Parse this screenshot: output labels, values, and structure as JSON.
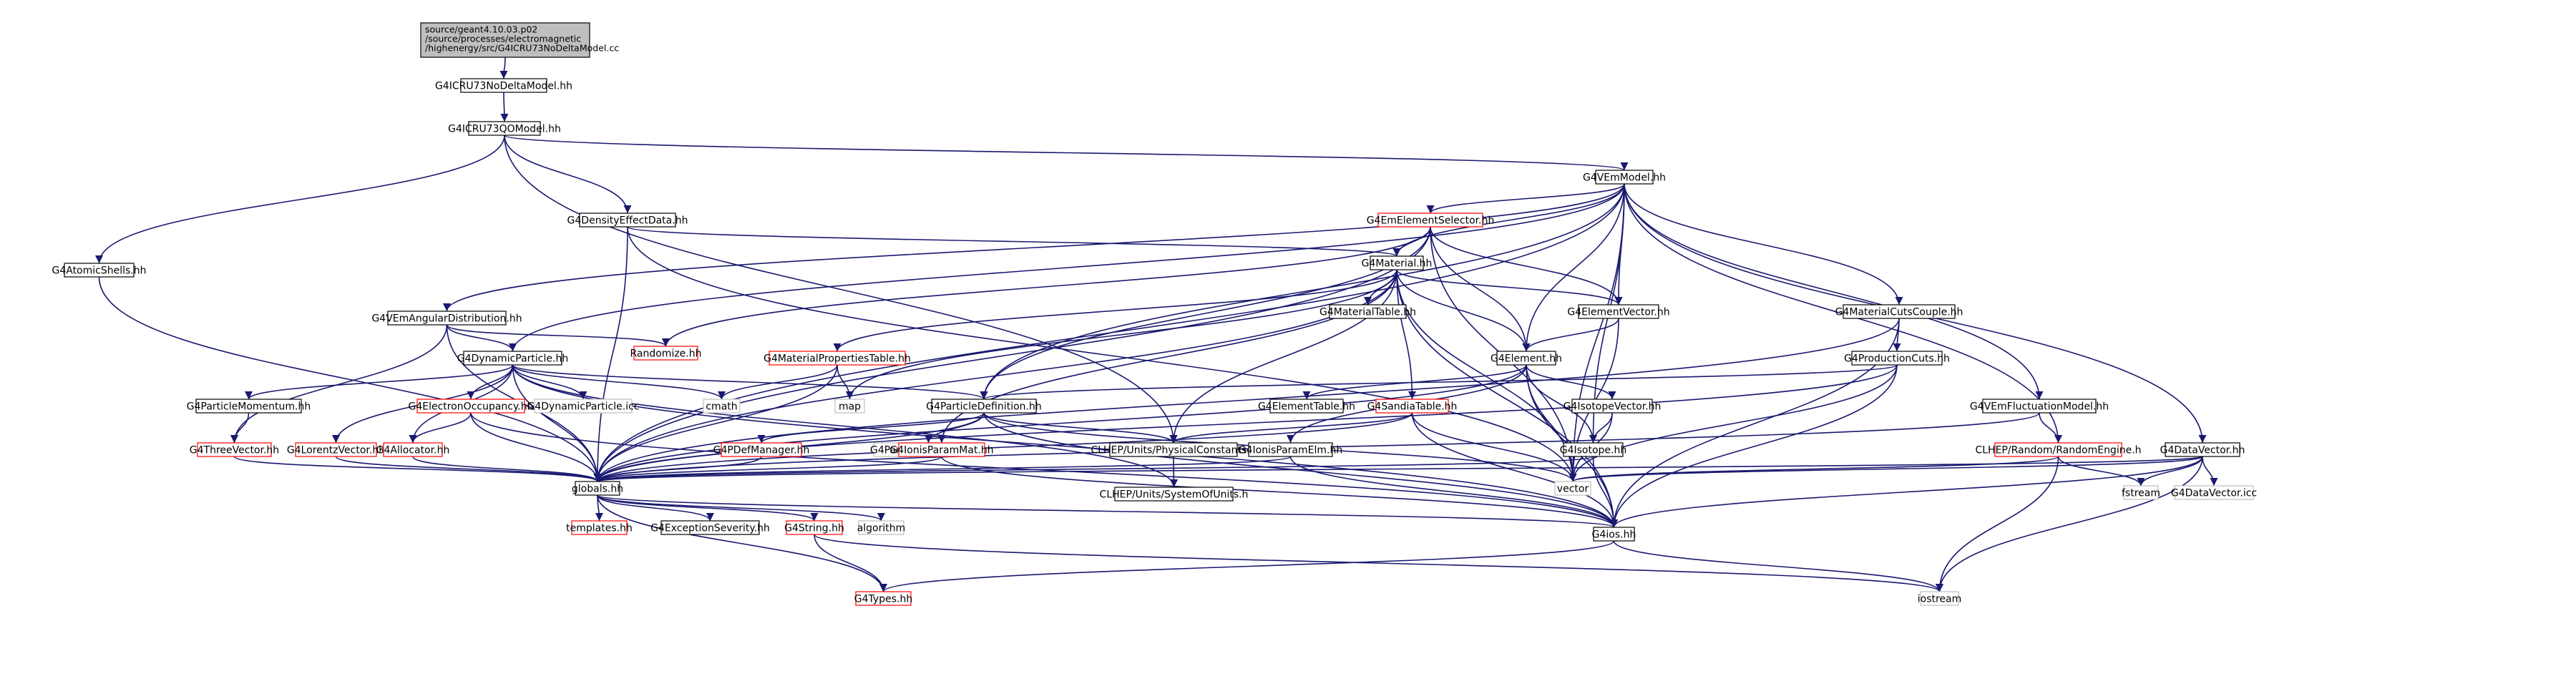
{
  "colors": {
    "edge": "#191970",
    "box_border_normal": "#000000",
    "box_border_truncated": "#ff0000",
    "box_border_external": "#bfbfbf",
    "box_fill": "#ffffff",
    "root_fill": "#bfbfbf",
    "text": "#000000"
  },
  "nodes": [
    {
      "id": "root",
      "label": "source/geant4.10.03.p02\n/source/processes/electromagnetic\n/highenergy/src/G4ICRU73NoDeltaModel.cc",
      "kind": "root"
    },
    {
      "id": "icru73nodelta",
      "label": "G4ICRU73NoDeltaModel.hh",
      "kind": "normal"
    },
    {
      "id": "icru73qo",
      "label": "G4ICRU73QOModel.hh",
      "kind": "normal"
    },
    {
      "id": "vemmodel",
      "label": "G4VEmModel.hh",
      "kind": "normal"
    },
    {
      "id": "atomicshells",
      "label": "G4AtomicShells.hh",
      "kind": "normal"
    },
    {
      "id": "densityeffect",
      "label": "G4DensityEffectData.hh",
      "kind": "normal"
    },
    {
      "id": "emelementselector",
      "label": "G4EmElementSelector.hh",
      "kind": "truncated"
    },
    {
      "id": "material",
      "label": "G4Material.hh",
      "kind": "normal"
    },
    {
      "id": "vemangular",
      "label": "G4VEmAngularDistribution.hh",
      "kind": "normal"
    },
    {
      "id": "materialtable",
      "label": "G4MaterialTable.hh",
      "kind": "normal"
    },
    {
      "id": "elementvector",
      "label": "G4ElementVector.hh",
      "kind": "normal"
    },
    {
      "id": "materialcuts",
      "label": "G4MaterialCutsCouple.hh",
      "kind": "normal"
    },
    {
      "id": "randomize",
      "label": "Randomize.hh",
      "kind": "truncated"
    },
    {
      "id": "dynamicparticle",
      "label": "G4DynamicParticle.hh",
      "kind": "normal"
    },
    {
      "id": "materialprops",
      "label": "G4MaterialPropertiesTable.hh",
      "kind": "truncated"
    },
    {
      "id": "element",
      "label": "G4Element.hh",
      "kind": "normal"
    },
    {
      "id": "productioncuts",
      "label": "G4ProductionCuts.hh",
      "kind": "normal"
    },
    {
      "id": "particlemomentum",
      "label": "G4ParticleMomentum.hh",
      "kind": "normal"
    },
    {
      "id": "electronocc",
      "label": "G4ElectronOccupancy.hh",
      "kind": "truncated"
    },
    {
      "id": "dynparticleicc",
      "label": "G4DynamicParticle.icc",
      "kind": "external"
    },
    {
      "id": "cmath",
      "label": "cmath",
      "kind": "external"
    },
    {
      "id": "map",
      "label": "map",
      "kind": "external"
    },
    {
      "id": "particledef",
      "label": "G4ParticleDefinition.hh",
      "kind": "normal"
    },
    {
      "id": "elementtable",
      "label": "G4ElementTable.hh",
      "kind": "normal"
    },
    {
      "id": "sandiatable",
      "label": "G4SandiaTable.hh",
      "kind": "truncated"
    },
    {
      "id": "isotopevector",
      "label": "G4IsotopeVector.hh",
      "kind": "normal"
    },
    {
      "id": "vemfluct",
      "label": "G4VEmFluctuationModel.hh",
      "kind": "normal"
    },
    {
      "id": "threevector",
      "label": "G4ThreeVector.hh",
      "kind": "truncated"
    },
    {
      "id": "lorentzvector",
      "label": "G4LorentzVector.hh",
      "kind": "truncated"
    },
    {
      "id": "allocator",
      "label": "G4Allocator.hh",
      "kind": "truncated"
    },
    {
      "id": "pdefmanager",
      "label": "G4PDefManager.hh",
      "kind": "truncated"
    },
    {
      "id": "particledeficc",
      "label": "G4ParticleDefinition.icc",
      "kind": "external"
    },
    {
      "id": "ionisparammat",
      "label": "G4IonisParamMat.hh",
      "kind": "truncated"
    },
    {
      "id": "physconst",
      "label": "CLHEP/Units/PhysicalConstants.h",
      "kind": "normal"
    },
    {
      "id": "ionisparamelm",
      "label": "G4IonisParamElm.hh",
      "kind": "normal"
    },
    {
      "id": "isotope",
      "label": "G4Isotope.hh",
      "kind": "normal"
    },
    {
      "id": "randomengines",
      "label": "CLHEP/Random/RandomEngine.h",
      "kind": "truncated"
    },
    {
      "id": "datavector",
      "label": "G4DataVector.hh",
      "kind": "normal"
    },
    {
      "id": "globals",
      "label": "globals.hh",
      "kind": "normal"
    },
    {
      "id": "sysofunits",
      "label": "CLHEP/Units/SystemOfUnits.h",
      "kind": "normal"
    },
    {
      "id": "vector",
      "label": "vector",
      "kind": "external"
    },
    {
      "id": "fstream",
      "label": "fstream",
      "kind": "external"
    },
    {
      "id": "datavectoricc",
      "label": "G4DataVector.icc",
      "kind": "external"
    },
    {
      "id": "templates",
      "label": "templates.hh",
      "kind": "truncated"
    },
    {
      "id": "exceptionsev",
      "label": "G4ExceptionSeverity.hh",
      "kind": "normal"
    },
    {
      "id": "g4string",
      "label": "G4String.hh",
      "kind": "truncated"
    },
    {
      "id": "algorithm",
      "label": "algorithm",
      "kind": "external"
    },
    {
      "id": "g4ios",
      "label": "G4ios.hh",
      "kind": "normal"
    },
    {
      "id": "g4types",
      "label": "G4Types.hh",
      "kind": "truncated"
    },
    {
      "id": "iostream",
      "label": "iostream",
      "kind": "external"
    }
  ],
  "edges": [
    [
      "root",
      "icru73nodelta"
    ],
    [
      "icru73nodelta",
      "icru73qo"
    ],
    [
      "icru73qo",
      "vemmodel"
    ],
    [
      "icru73qo",
      "atomicshells"
    ],
    [
      "icru73qo",
      "densityeffect"
    ],
    [
      "icru73qo",
      "physconst"
    ],
    [
      "vemmodel",
      "globals"
    ],
    [
      "vemmodel",
      "vemangular"
    ],
    [
      "vemmodel",
      "dynamicparticle"
    ],
    [
      "vemmodel",
      "emelementselector"
    ],
    [
      "vemmodel",
      "material"
    ],
    [
      "vemmodel",
      "elementvector"
    ],
    [
      "vemmodel",
      "element"
    ],
    [
      "vemmodel",
      "materialcuts"
    ],
    [
      "vemmodel",
      "particledef"
    ],
    [
      "vemmodel",
      "vemfluct"
    ],
    [
      "vemmodel",
      "randomengines"
    ],
    [
      "vemmodel",
      "datavector"
    ],
    [
      "vemmodel",
      "isotope"
    ],
    [
      "vemmodel",
      "vector"
    ],
    [
      "atomicshells",
      "globals"
    ],
    [
      "densityeffect",
      "globals"
    ],
    [
      "densityeffect",
      "material"
    ],
    [
      "densityeffect",
      "vector"
    ],
    [
      "emelementselector",
      "material"
    ],
    [
      "emelementselector",
      "elementvector"
    ],
    [
      "emelementselector",
      "element"
    ],
    [
      "emelementselector",
      "randomize"
    ],
    [
      "emelementselector",
      "particledef"
    ],
    [
      "emelementselector",
      "globals"
    ],
    [
      "emelementselector",
      "vector"
    ],
    [
      "material",
      "vector"
    ],
    [
      "material",
      "materialtable"
    ],
    [
      "material",
      "elementvector"
    ],
    [
      "material",
      "element"
    ],
    [
      "material",
      "materialprops"
    ],
    [
      "material",
      "sandiatable"
    ],
    [
      "material",
      "ionisparammat"
    ],
    [
      "material",
      "physconst"
    ],
    [
      "material",
      "map"
    ],
    [
      "material",
      "globals"
    ],
    [
      "material",
      "g4ios"
    ],
    [
      "vemangular",
      "dynamicparticle"
    ],
    [
      "vemangular",
      "randomize"
    ],
    [
      "vemangular",
      "threevector"
    ],
    [
      "vemangular",
      "globals"
    ],
    [
      "elementvector",
      "element"
    ],
    [
      "elementvector",
      "vector"
    ],
    [
      "materialcuts",
      "productioncuts"
    ],
    [
      "materialcuts",
      "globals"
    ],
    [
      "materialcuts",
      "g4ios"
    ],
    [
      "dynamicparticle",
      "particlemomentum"
    ],
    [
      "dynamicparticle",
      "electronocc"
    ],
    [
      "dynamicparticle",
      "dynparticleicc"
    ],
    [
      "dynamicparticle",
      "cmath"
    ],
    [
      "dynamicparticle",
      "particledef"
    ],
    [
      "dynamicparticle",
      "lorentzvector"
    ],
    [
      "dynamicparticle",
      "allocator"
    ],
    [
      "dynamicparticle",
      "globals"
    ],
    [
      "dynamicparticle",
      "g4ios"
    ],
    [
      "dynamicparticle",
      "sysofunits"
    ],
    [
      "materialprops",
      "map"
    ],
    [
      "materialprops",
      "cmath"
    ],
    [
      "materialprops",
      "globals"
    ],
    [
      "element",
      "elementtable"
    ],
    [
      "element",
      "isotopevector"
    ],
    [
      "element",
      "isotope"
    ],
    [
      "element",
      "ionisparamelm"
    ],
    [
      "element",
      "globals"
    ],
    [
      "element",
      "g4ios"
    ],
    [
      "element",
      "vector"
    ],
    [
      "productioncuts",
      "particledef"
    ],
    [
      "productioncuts",
      "vector"
    ],
    [
      "productioncuts",
      "g4ios"
    ],
    [
      "productioncuts",
      "globals"
    ],
    [
      "particlemomentum",
      "threevector"
    ],
    [
      "electronocc",
      "allocator"
    ],
    [
      "electronocc",
      "globals"
    ],
    [
      "electronocc",
      "g4ios"
    ],
    [
      "particledef",
      "pdefmanager"
    ],
    [
      "particledef",
      "particledeficc"
    ],
    [
      "particledef",
      "physconst"
    ],
    [
      "particledef",
      "globals"
    ],
    [
      "particledef",
      "g4ios"
    ],
    [
      "particledef",
      "vector"
    ],
    [
      "sandiatable",
      "physconst"
    ],
    [
      "sandiatable",
      "globals"
    ],
    [
      "sandiatable",
      "g4ios"
    ],
    [
      "sandiatable",
      "vector"
    ],
    [
      "isotopevector",
      "isotope"
    ],
    [
      "isotopevector",
      "vector"
    ],
    [
      "vemfluct",
      "randomengines"
    ],
    [
      "vemfluct",
      "globals"
    ],
    [
      "threevector",
      "globals"
    ],
    [
      "lorentzvector",
      "globals"
    ],
    [
      "allocator",
      "globals"
    ],
    [
      "pdefmanager",
      "globals"
    ],
    [
      "ionisparammat",
      "globals"
    ],
    [
      "ionisparammat",
      "g4ios"
    ],
    [
      "physconst",
      "sysofunits"
    ],
    [
      "ionisparamelm",
      "globals"
    ],
    [
      "ionisparamelm",
      "g4ios"
    ],
    [
      "isotope",
      "globals"
    ],
    [
      "isotope",
      "g4ios"
    ],
    [
      "randomengines",
      "iostream"
    ],
    [
      "randomengines",
      "vector"
    ],
    [
      "randomengines",
      "fstream"
    ],
    [
      "datavector",
      "globals"
    ],
    [
      "datavector",
      "vector"
    ],
    [
      "datavector",
      "g4ios"
    ],
    [
      "datavector",
      "fstream"
    ],
    [
      "datavector",
      "iostream"
    ],
    [
      "datavector",
      "datavectoricc"
    ],
    [
      "globals",
      "templates"
    ],
    [
      "globals",
      "exceptionsev"
    ],
    [
      "globals",
      "g4string"
    ],
    [
      "globals",
      "algorithm"
    ],
    [
      "globals",
      "g4ios"
    ],
    [
      "globals",
      "g4types"
    ],
    [
      "g4string",
      "g4types"
    ],
    [
      "g4string",
      "iostream"
    ],
    [
      "g4ios",
      "g4types"
    ],
    [
      "g4ios",
      "iostream"
    ]
  ]
}
